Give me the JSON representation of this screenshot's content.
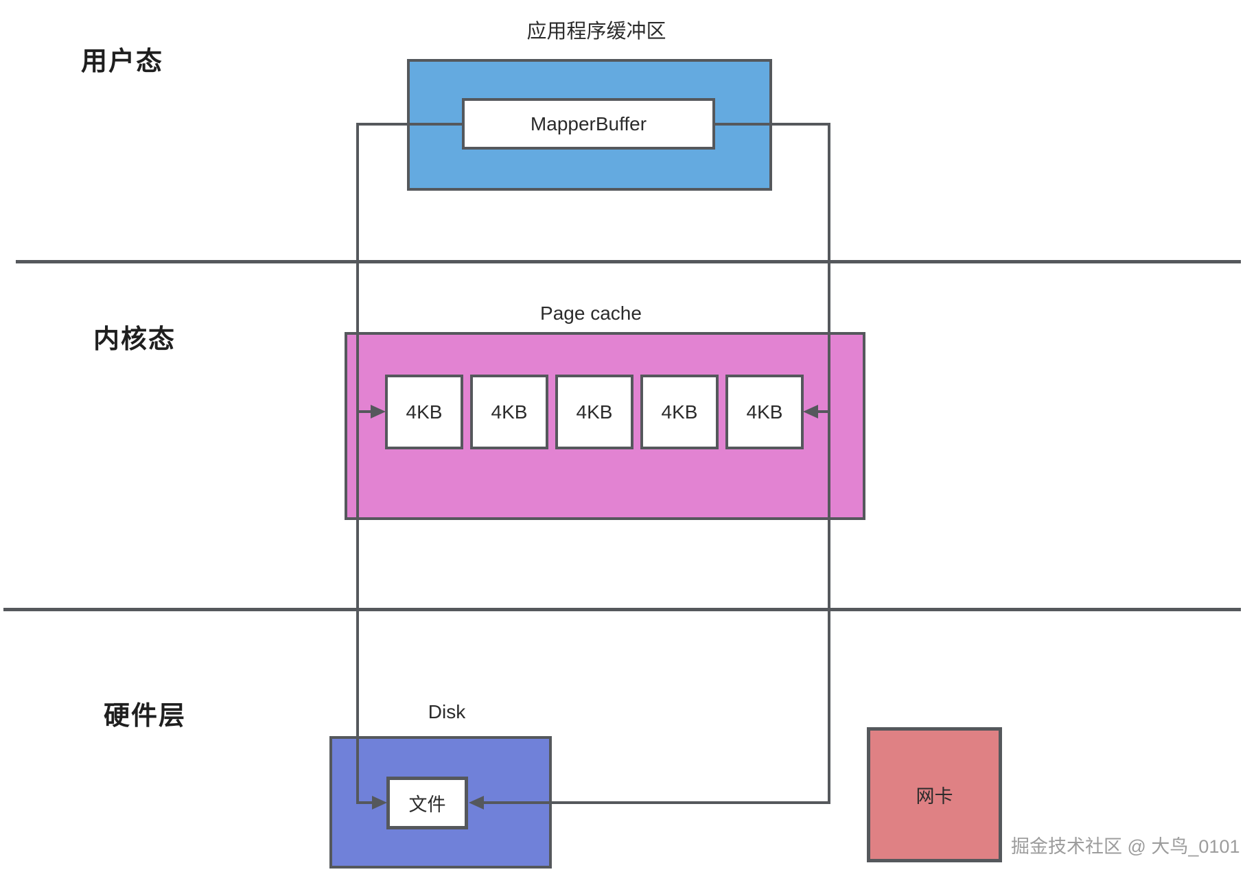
{
  "layers": {
    "user": {
      "label": "用户态"
    },
    "kernel": {
      "label": "内核态"
    },
    "hardware": {
      "label": "硬件层"
    }
  },
  "user_space": {
    "buffer_title": "应用程序缓冲区",
    "mapper_buffer_label": "MapperBuffer"
  },
  "kernel_space": {
    "page_cache_title": "Page cache",
    "pages": [
      "4KB",
      "4KB",
      "4KB",
      "4KB",
      "4KB"
    ]
  },
  "hardware_layer": {
    "disk_title": "Disk",
    "file_label": "文件",
    "nic_label": "网卡"
  },
  "watermark": "掘金技术社区 @ 大鸟_0101",
  "colors": {
    "app_buffer_fill": "#64aae0",
    "page_cache_fill": "#e283d2",
    "disk_fill": "#7081d9",
    "nic_fill": "#df8184",
    "line_and_border": "#55585c",
    "text": "#2e2e2e",
    "watermark_text": "#9c9c9c"
  }
}
